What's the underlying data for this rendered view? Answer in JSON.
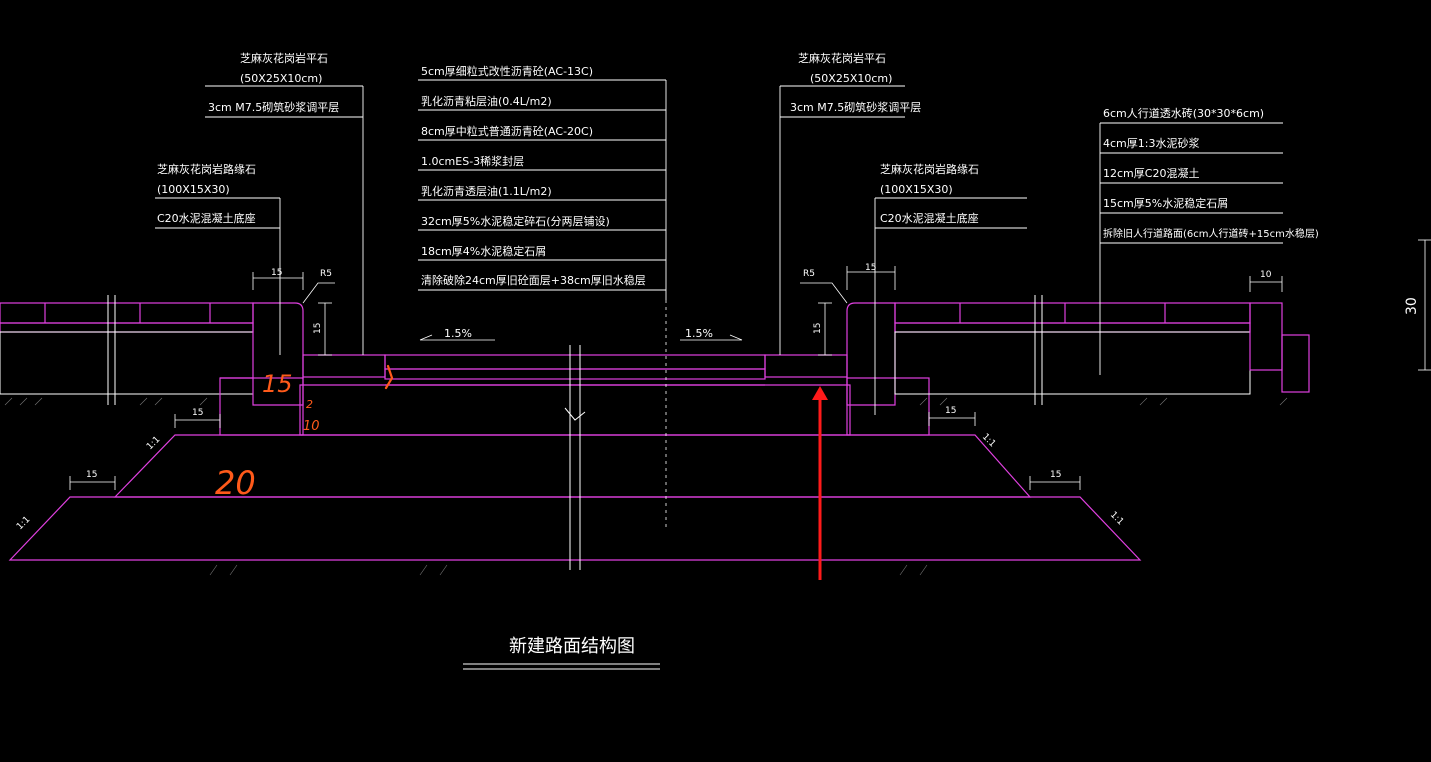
{
  "colors": {
    "background": "#000000",
    "structure": "#e040e0",
    "annotation": "#ffffff",
    "markup": "#ff5a1a",
    "arrow": "#ff1a1a"
  },
  "title": "新建路面结构图",
  "left_top_block": {
    "lines": [
      "芝麻灰花岗岩平石",
      "(50X25X10cm)",
      "3cm M7.5砌筑砂浆调平层"
    ]
  },
  "left_mid_block": {
    "lines": [
      "芝麻灰花岗岩路缘石",
      "(100X15X30)",
      "C20水泥混凝土底座"
    ]
  },
  "center_block": {
    "lines": [
      "5cm厚细粒式改性沥青砼(AC-13C)",
      "乳化沥青粘层油(0.4L/m2)",
      "8cm厚中粒式普通沥青砼(AC-20C)",
      "1.0cmES-3稀浆封层",
      "乳化沥青透层油(1.1L/m2)",
      "32cm厚5%水泥稳定碎石(分两层铺设)",
      "18cm厚4%水泥稳定石屑",
      "清除破除24cm厚旧砼面层+38cm厚旧水稳层"
    ]
  },
  "right_top_block": {
    "lines": [
      "芝麻灰花岗岩平石",
      "(50X25X10cm)",
      "3cm M7.5砌筑砂浆调平层"
    ]
  },
  "right_mid_block": {
    "lines": [
      "芝麻灰花岗岩路缘石",
      "(100X15X30)",
      "C20水泥混凝土底座"
    ]
  },
  "far_right_block": {
    "lines": [
      "6cm人行道透水砖(30*30*6cm)",
      "4cm厚1:3水泥砂浆",
      "12cm厚C20混凝土",
      "15cm厚5%水泥稳定石屑",
      "拆除旧人行道路面(6cm人行道砖+15cm水稳层)"
    ]
  },
  "dimensions": {
    "left_curb_width": "15",
    "right_curb_width": "15",
    "left_radius": "R5",
    "right_radius": "R5",
    "left_curb_height": "15",
    "right_curb_height": "15",
    "left_base_offset": "15",
    "right_base_offset": "15",
    "left_lower_offset": "15",
    "right_lower_offset": "15",
    "right_edge_width": "10",
    "side_height": "30",
    "left_slope_upper": "1:1",
    "left_slope_lower": "1:1",
    "right_slope_upper": "1:1",
    "right_slope_lower": "1:1",
    "left_crossfall": "1.5%",
    "right_crossfall": "1.5%"
  },
  "handwritten": {
    "curb_note": "15",
    "small_note": "2",
    "bottom_note": "10",
    "base_note": "20"
  }
}
